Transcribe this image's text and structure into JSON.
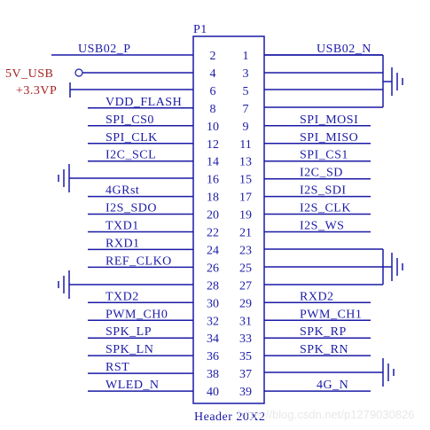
{
  "component": {
    "designator": "P1",
    "part_name": "Header 20X2",
    "pins_left": [
      "2",
      "4",
      "6",
      "8",
      "10",
      "12",
      "14",
      "16",
      "18",
      "20",
      "22",
      "24",
      "26",
      "28",
      "30",
      "32",
      "34",
      "36",
      "38",
      "40"
    ],
    "pins_right": [
      "1",
      "3",
      "5",
      "7",
      "9",
      "11",
      "13",
      "15",
      "17",
      "19",
      "21",
      "23",
      "25",
      "27",
      "29",
      "31",
      "33",
      "35",
      "37",
      "39"
    ]
  },
  "nets_left": [
    "USB02_P",
    "5V_USB",
    "+3.3VP",
    "VDD_FLASH",
    "SPI_CS0",
    "SPI_CLK",
    "I2C_SCL",
    "",
    "4GRst",
    "I2S_SDO",
    "TXD1",
    "RXD1",
    "REF_CLKO",
    "",
    "TXD2",
    "PWM_CH0",
    "SPK_LP",
    "SPK_LN",
    "RST",
    "WLED_N"
  ],
  "nets_right": [
    "USB02_N",
    "",
    "",
    "",
    "SPI_MOSI",
    "SPI_MISO",
    "SPI_CS1",
    "I2C_SD",
    "I2S_SDI",
    "I2S_CLK",
    "I2S_WS",
    "",
    "",
    "",
    "RXD2",
    "PWM_CH1",
    "SPK_RP",
    "SPK_RN",
    "",
    "4G_N"
  ],
  "watermark": "https://blog.csdn.net/p1279030826",
  "colors": {
    "wire": "#1a1aa6",
    "text": "#1a1aa6",
    "power_text": "#a62222",
    "body": "#1a1aa6"
  }
}
